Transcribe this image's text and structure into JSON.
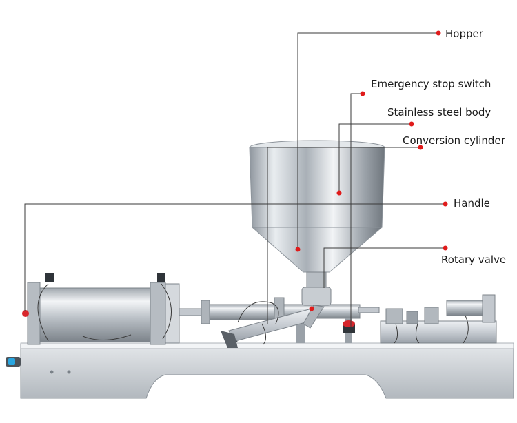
{
  "callouts": [
    {
      "id": "hopper",
      "label": "Hopper"
    },
    {
      "id": "emergency-stop",
      "label": "Emergency stop switch"
    },
    {
      "id": "body",
      "label": "Stainless steel body"
    },
    {
      "id": "cylinder",
      "label": "Conversion cylinder"
    },
    {
      "id": "handle",
      "label": "Handle"
    },
    {
      "id": "valve",
      "label": "Rotary valve"
    }
  ],
  "colors": {
    "dot": "#e01b1b",
    "steel": "#c9ced3",
    "tube": "#2aa6e0",
    "stop-button": "#d8262c"
  }
}
